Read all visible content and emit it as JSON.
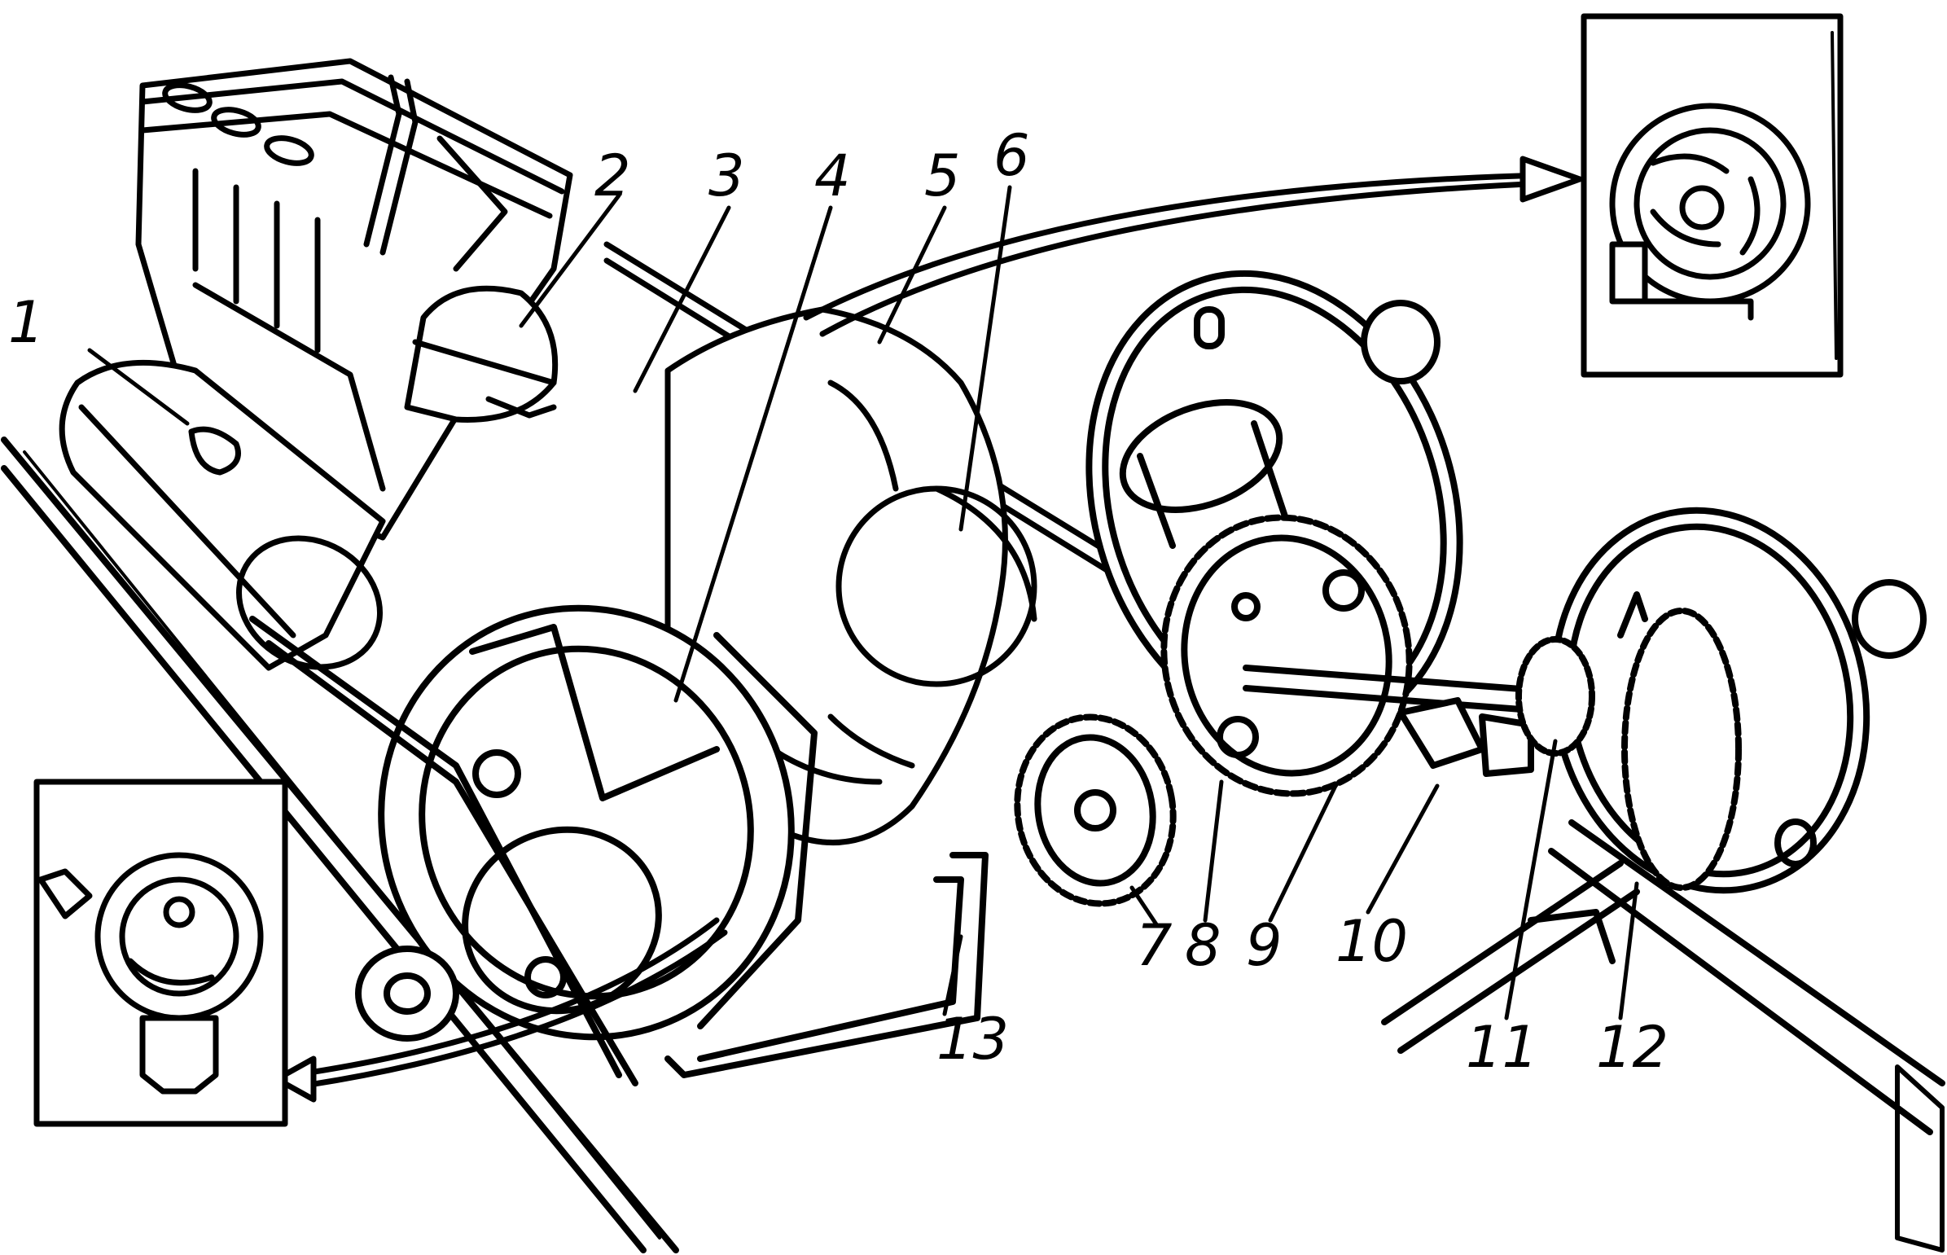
{
  "labels": [
    "1",
    "2",
    "3",
    "4",
    "5",
    "6",
    "7",
    "8",
    "9",
    "10",
    "11",
    "12",
    "13"
  ],
  "colors": {
    "ink": "#000000",
    "paper": "#ffffff"
  }
}
